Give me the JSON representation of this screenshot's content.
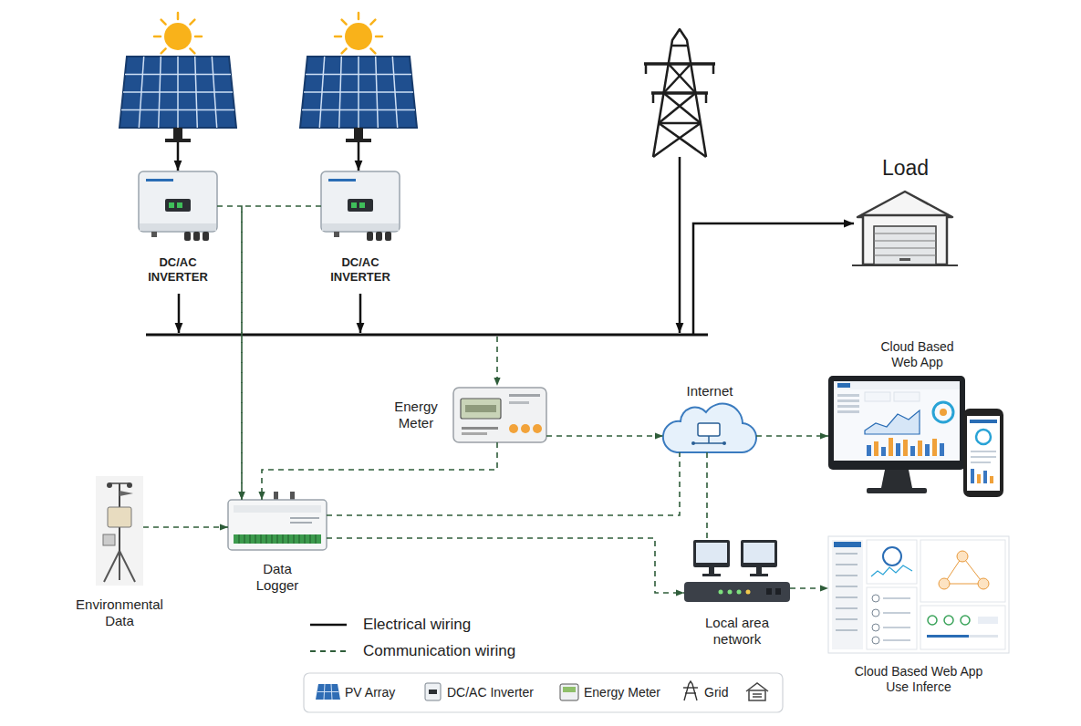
{
  "diagram": {
    "nodes": [
      {
        "text": [
          "DC/AC INVERTER"
        ]
      },
      {
        "text": [
          "DC/AC INVERTER"
        ]
      },
      {
        "text": [
          "Load"
        ]
      },
      {
        "text": [
          "Cloud Based Web App"
        ]
      },
      {
        "text": [
          "Internet"
        ]
      },
      {
        "text": [
          "Energy Meter"
        ]
      },
      {
        "text": [
          "Environmental Data"
        ]
      },
      {
        "text": [
          "Data Logger"
        ]
      },
      {
        "text": [
          "Local area network"
        ]
      },
      {
        "text": [
          "Cloud Based Web App Use Inferce"
        ]
      }
    ],
    "edges": [
      {
        "from": 0,
        "to": 7,
        "arrow": "to"
      },
      {
        "from": 1,
        "to": 7,
        "arrow": "to"
      },
      {
        "from": 5,
        "to": 7,
        "arrow": "to"
      },
      {
        "from": 5,
        "to": 4,
        "arrow": "to"
      },
      {
        "from": 4,
        "to": 3,
        "arrow": "to"
      },
      {
        "from": 6,
        "to": 7,
        "arrow": "to"
      },
      {
        "from": 7,
        "to": 4,
        "arrow": "none"
      },
      {
        "from": 7,
        "to": 8,
        "arrow": "to"
      },
      {
        "from": 4,
        "to": 8,
        "arrow": "none"
      },
      {
        "from": 8,
        "to": 9,
        "arrow": "to"
      }
    ],
    "legend": [
      {
        "text": "Electrical wiring"
      },
      {
        "text": "Communication wiring"
      },
      {
        "text": "PV Array"
      },
      {
        "text": "DC/AC Inverter"
      },
      {
        "text": "Energy Meter"
      },
      {
        "text": "Grid"
      }
    ]
  }
}
